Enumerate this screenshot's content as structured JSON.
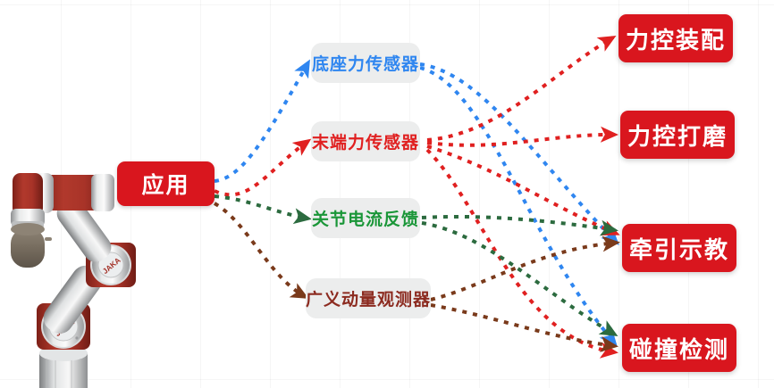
{
  "diagram": {
    "title": "Force control technology mapping",
    "type": "flow-diagram",
    "background_color": "#ffffff"
  },
  "source": {
    "label": "应用",
    "color": "#d9161e",
    "text_color": "#ffffff"
  },
  "robot": {
    "name": "robot-arm-illustration",
    "brand": "JAKA",
    "body_color": "#a33228",
    "metal_color": "#cfd1d2"
  },
  "middle_nodes": [
    {
      "label": "底座力传感器",
      "text_color": "#2f86f0",
      "box_color": "#eceded",
      "edge_color": "#2f86f0"
    },
    {
      "label": "末端力传感器",
      "text_color": "#e02020",
      "box_color": "#eceded",
      "edge_color": "#e02020"
    },
    {
      "label": "关节电流反馈",
      "text_color": "#1a9638",
      "box_color": "#eceded",
      "edge_color": "#356b53"
    },
    {
      "label": "广义动量观测器",
      "text_color": "#8c2b20",
      "box_color": "#eceded",
      "edge_color": "#7a3a1b"
    }
  ],
  "output_nodes": [
    {
      "label": "力控装配",
      "color": "#d9161e",
      "text_color": "#ffffff"
    },
    {
      "label": "力控打磨",
      "color": "#d9161e",
      "text_color": "#ffffff"
    },
    {
      "label": "牵引示教",
      "color": "#d9161e",
      "text_color": "#ffffff"
    },
    {
      "label": "碰撞检测",
      "color": "#d9161e",
      "text_color": "#ffffff"
    }
  ],
  "connections": [
    {
      "from": "应用",
      "to": "底座力传感器",
      "color": "#2f86f0",
      "style": "dotted"
    },
    {
      "from": "应用",
      "to": "末端力传感器",
      "color": "#e02020",
      "style": "dotted"
    },
    {
      "from": "应用",
      "to": "关节电流反馈",
      "color": "#356b53",
      "style": "dotted"
    },
    {
      "from": "应用",
      "to": "广义动量观测器",
      "color": "#7a3a1b",
      "style": "dotted"
    },
    {
      "from": "底座力传感器",
      "to": "牵引示教",
      "color": "#2f86f0",
      "style": "dotted"
    },
    {
      "from": "底座力传感器",
      "to": "碰撞检测",
      "color": "#2f86f0",
      "style": "dotted"
    },
    {
      "from": "末端力传感器",
      "to": "力控装配",
      "color": "#e02020",
      "style": "dotted"
    },
    {
      "from": "末端力传感器",
      "to": "力控打磨",
      "color": "#e02020",
      "style": "dotted"
    },
    {
      "from": "末端力传感器",
      "to": "牵引示教",
      "color": "#e02020",
      "style": "dotted"
    },
    {
      "from": "末端力传感器",
      "to": "碰撞检测",
      "color": "#e02020",
      "style": "dotted"
    },
    {
      "from": "关节电流反馈",
      "to": "牵引示教",
      "color": "#356b53",
      "style": "dotted"
    },
    {
      "from": "关节电流反馈",
      "to": "碰撞检测",
      "color": "#356b53",
      "style": "dotted"
    },
    {
      "from": "广义动量观测器",
      "to": "牵引示教",
      "color": "#7a3a1b",
      "style": "dotted"
    },
    {
      "from": "广义动量观测器",
      "to": "碰撞检测",
      "color": "#7a3a1b",
      "style": "dotted"
    }
  ]
}
